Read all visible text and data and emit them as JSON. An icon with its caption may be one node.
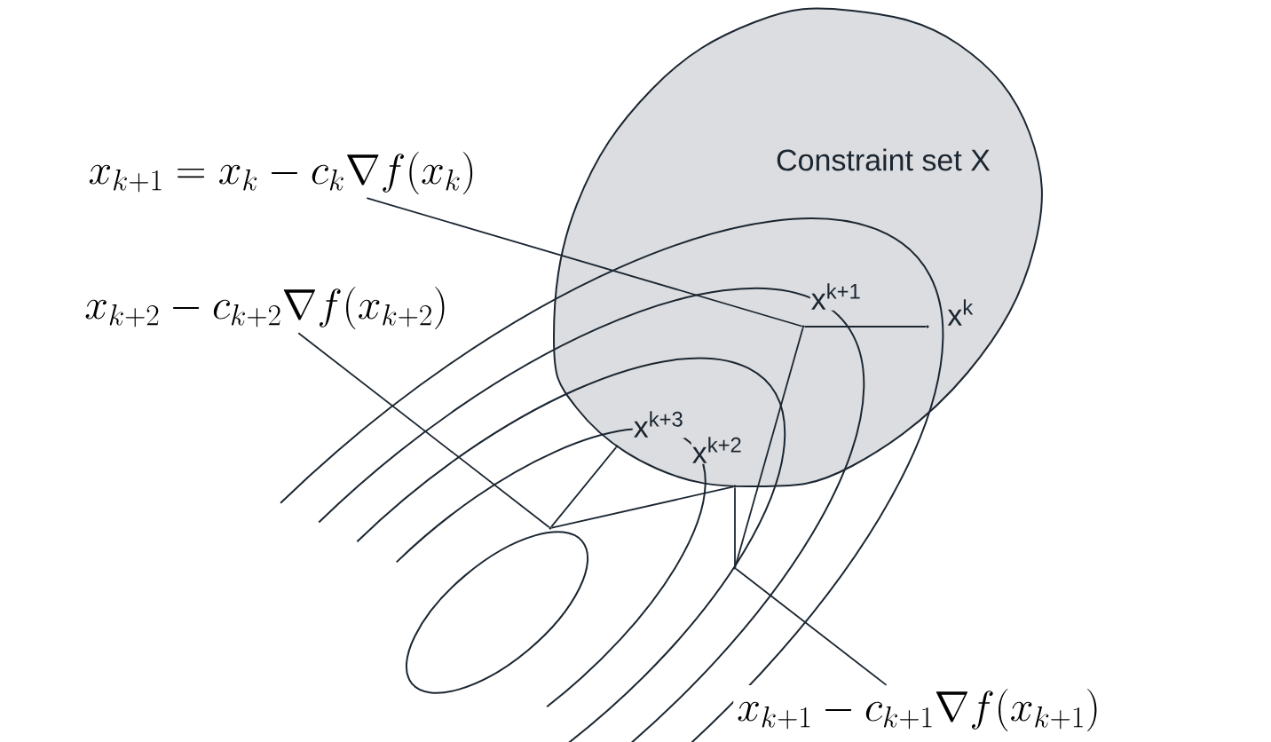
{
  "diagram": {
    "nodes": [
      {
        "text": [
          "Constraint set X"
        ]
      },
      {
        "text": [
          "x_{k+1} = x_k - c_k \\nabla f(x_k)"
        ]
      },
      {
        "text": [
          "x_{k+2} - c_{k+2} \\nabla f(x_{k+2})"
        ]
      },
      {
        "text": [
          "x_{k+1} - c_{k+1} \\nabla f(x_{k+1})"
        ]
      },
      {
        "text": [],
        "shape": "point",
        "beside": [
          "x$^{k}$"
        ],
        "in": 0
      },
      {
        "text": [],
        "shape": "point",
        "beside": [
          "x$^{k+1}$"
        ],
        "in": 0
      },
      {
        "text": [],
        "shape": "point"
      },
      {
        "text": [],
        "shape": "point",
        "beside": [
          "x$^{k+2}$"
        ],
        "in": 0
      },
      {
        "text": [],
        "shape": "point"
      },
      {
        "text": [],
        "shape": "point",
        "beside": [
          "x$^{k+3}$"
        ],
        "in": 0
      }
    ],
    "edges": [
      {
        "from": 4,
        "to": 5,
        "arrow": "none"
      },
      {
        "from": 5,
        "to": 6,
        "arrow": "none"
      },
      {
        "from": 6,
        "to": 7,
        "arrow": "none"
      },
      {
        "from": 7,
        "to": 8,
        "arrow": "none"
      },
      {
        "from": 8,
        "to": 9,
        "arrow": "none"
      },
      {
        "from": 1,
        "to": 5,
        "arrow": "none"
      },
      {
        "from": 2,
        "to": 8,
        "arrow": "none"
      },
      {
        "from": 3,
        "to": 6,
        "arrow": "none"
      }
    ]
  }
}
